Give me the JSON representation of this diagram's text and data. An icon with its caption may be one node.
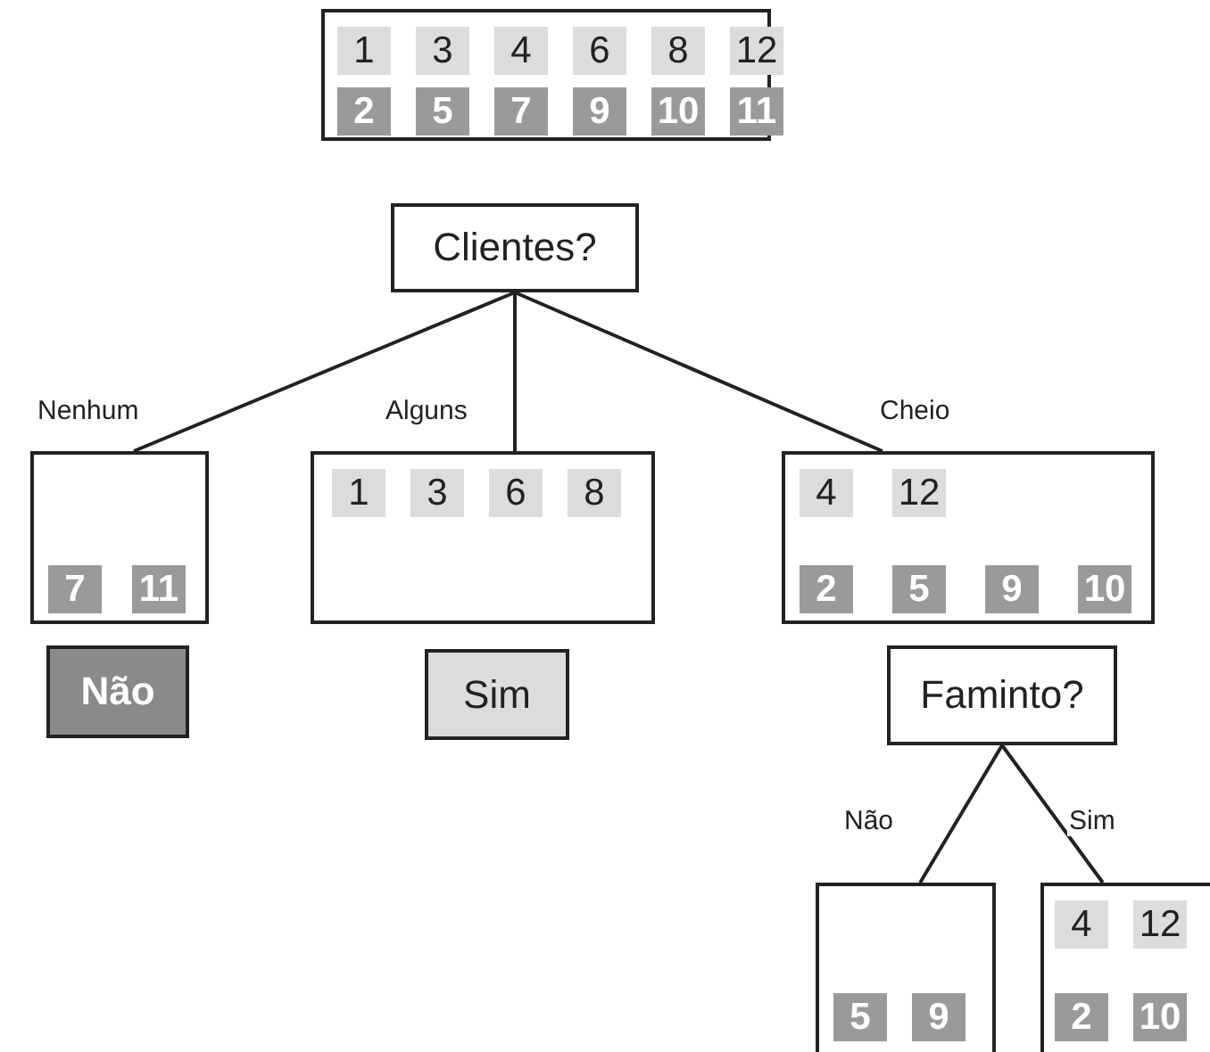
{
  "diagram": {
    "nodes": [
      {
        "text": [
          "1",
          "3",
          "4",
          "6",
          "8",
          "12",
          "2",
          "5",
          "7",
          "9",
          "10",
          "11"
        ]
      },
      {
        "text": [
          "Clientes?"
        ]
      },
      {
        "text": [
          "7",
          "11"
        ]
      },
      {
        "text": [
          "1",
          "3",
          "6",
          "8"
        ]
      },
      {
        "text": [
          "4",
          "12",
          "2",
          "5",
          "9",
          "10"
        ]
      },
      {
        "text": [
          "Não"
        ]
      },
      {
        "text": [
          "Sim"
        ]
      },
      {
        "text": [
          "Faminto?"
        ]
      },
      {
        "text": [
          "5",
          "9"
        ]
      },
      {
        "text": [
          "4",
          "12",
          "2",
          "10"
        ]
      }
    ],
    "edges": [
      {
        "from": 1,
        "to": 2,
        "arrow": "none",
        "label": "Nenhum"
      },
      {
        "from": 1,
        "to": 3,
        "arrow": "none",
        "label": "Alguns"
      },
      {
        "from": 1,
        "to": 4,
        "arrow": "none",
        "label": "Cheio"
      },
      {
        "from": 7,
        "to": 8,
        "arrow": "none",
        "label": "Não"
      },
      {
        "from": 7,
        "to": 9,
        "arrow": "none",
        "label": "Sim"
      }
    ]
  }
}
